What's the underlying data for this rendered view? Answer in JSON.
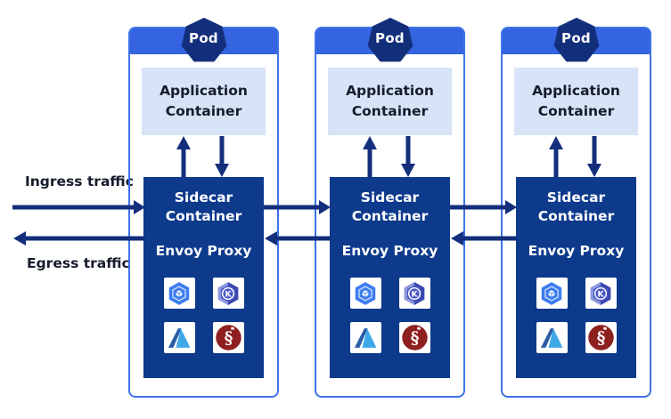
{
  "labels": {
    "ingress": "Ingress traffic",
    "egress": "Egress traffic"
  },
  "pods": [
    {
      "title": "Pod",
      "app_container": "Application Container",
      "sidecar": {
        "title": "Sidecar Container",
        "proxy": "Envoy Proxy"
      },
      "icons": [
        "gke-hexagon-logo",
        "kubernetes-k-hexagon-logo",
        "azure-logo",
        "red-dragon-emblem-logo"
      ]
    },
    {
      "title": "Pod",
      "app_container": "Application Container",
      "sidecar": {
        "title": "Sidecar Container",
        "proxy": "Envoy Proxy"
      },
      "icons": [
        "gke-hexagon-logo",
        "kubernetes-k-hexagon-logo",
        "azure-logo",
        "red-dragon-emblem-logo"
      ]
    },
    {
      "title": "Pod",
      "app_container": "Application Container",
      "sidecar": {
        "title": "Sidecar Container",
        "proxy": "Envoy Proxy"
      },
      "icons": [
        "gke-hexagon-logo",
        "kubernetes-k-hexagon-logo",
        "azure-logo",
        "red-dragon-emblem-logo"
      ]
    }
  ],
  "colors": {
    "background": "#FFFFFF",
    "pod_border": "#3E73E8",
    "pod_band": "#3464E0",
    "navy": "#132F7C",
    "sidecar_bg": "#0E3A8C",
    "app_bg": "#D7E3F6",
    "text_dark": "#151C2C",
    "gke_blue": "#3C7CF0",
    "k_hex_indigo": "#4A59C4",
    "azure_dark": "#2A5DA8",
    "azure_light": "#3FA9E8",
    "dragon_red": "#8E2020"
  }
}
